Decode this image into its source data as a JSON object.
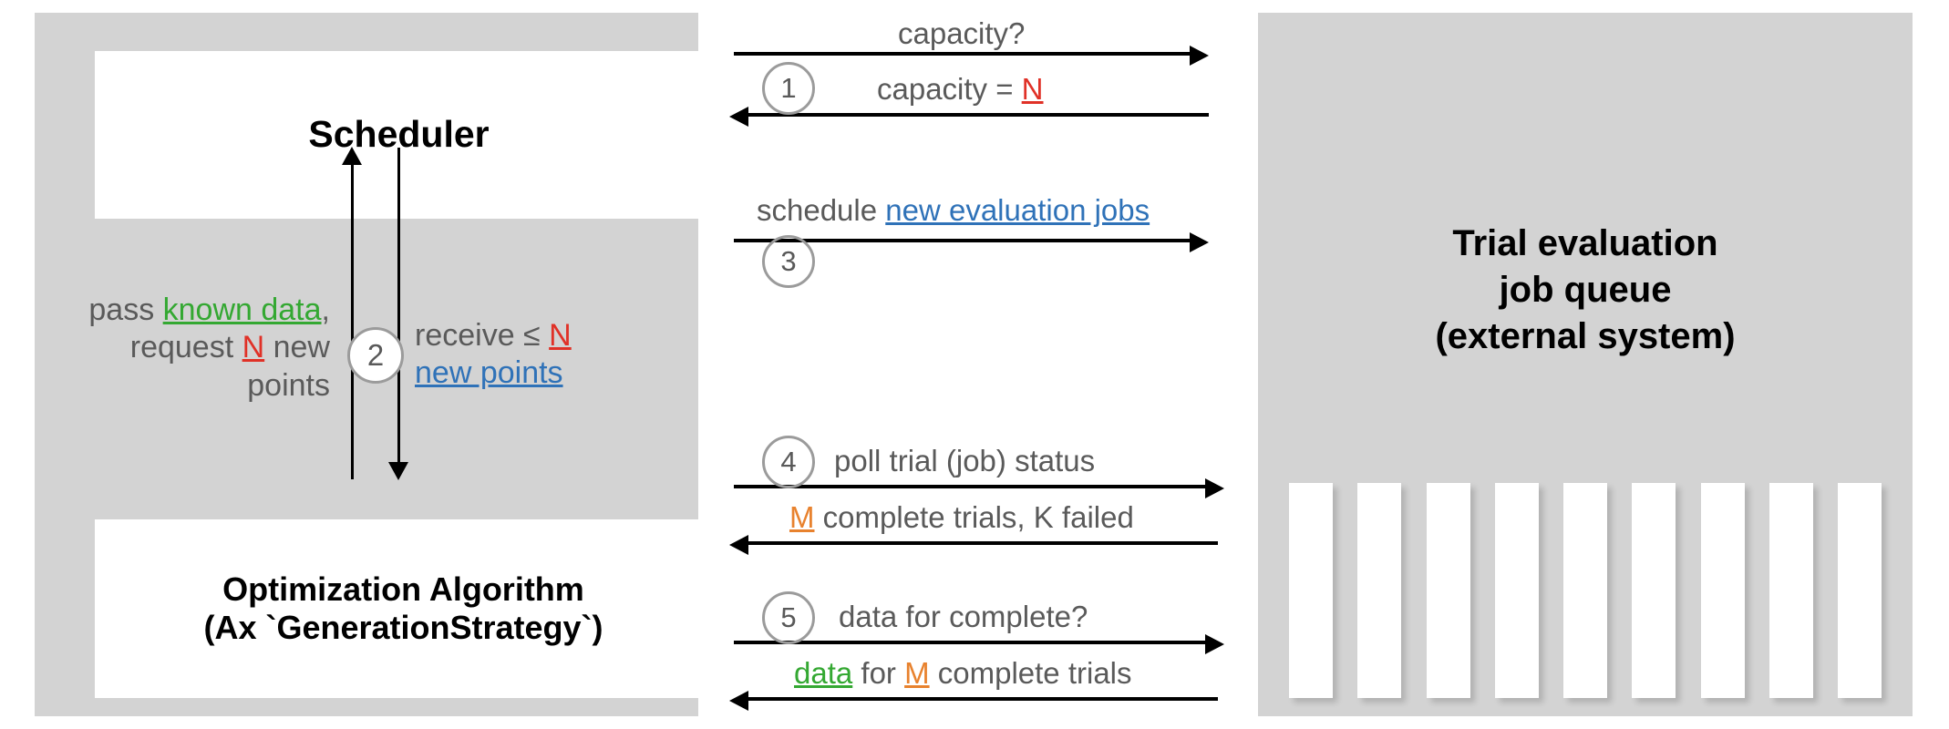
{
  "diagram": {
    "title": "Ax Scheduler interaction with optimization algorithm and external job queue",
    "colors": {
      "panel_gray": "#d3d3d3",
      "box_white": "#ffffff",
      "text_gray": "#5a5a5a",
      "accent_green": "#34a832",
      "accent_red": "#e03127",
      "accent_blue": "#2f72b8",
      "accent_orange": "#e8822e",
      "badge_stroke": "#9b9b9b",
      "arrow_black": "#000000"
    }
  },
  "left_panel": {
    "scheduler_box": {
      "label": "Scheduler"
    },
    "optimizer_box": {
      "line1": "Optimization Algorithm",
      "line2": "(Ax `GenerationStrategy`)"
    },
    "step2": {
      "badge": "2",
      "up_caption": {
        "part1": "pass ",
        "known_data": "known data",
        "part2": ",",
        "part3": "request ",
        "n": "N",
        "part4": " new",
        "part5": "points"
      },
      "down_caption": {
        "part1": "receive ≤ ",
        "n": "N",
        "new_points": "new points"
      }
    }
  },
  "sequence": [
    {
      "badge": "1",
      "request_label": "capacity?",
      "response_label_prefix": "capacity = ",
      "response_label_value": "N",
      "direction_request": "right",
      "direction_response": "left"
    },
    {
      "badge": "3",
      "request_label_prefix": "schedule ",
      "request_label_link": "new evaluation jobs",
      "direction_request": "right"
    },
    {
      "badge": "4",
      "request_label": "poll trial (job) status",
      "response_label_value": "M",
      "response_label_suffix": " complete trials, K failed",
      "direction_request": "right",
      "direction_response": "left"
    },
    {
      "badge": "5",
      "request_label": "data for complete?",
      "response_label_data": "data",
      "response_label_mid": " for ",
      "response_label_value": "M",
      "response_label_suffix": " complete trials",
      "direction_request": "right",
      "direction_response": "left"
    }
  ],
  "right_panel": {
    "title_line1": "Trial evaluation",
    "title_line2": "job queue",
    "title_line3": "(external system)",
    "queue_bar_count": 9
  }
}
